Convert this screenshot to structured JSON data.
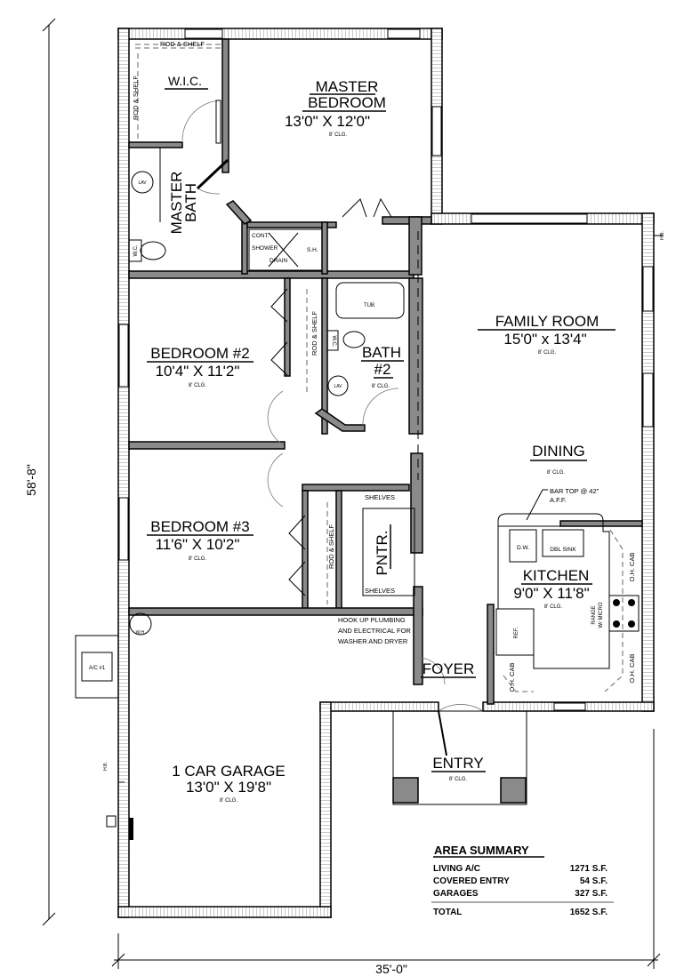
{
  "rooms": {
    "master_bedroom": {
      "name1": "MASTER",
      "name2": "BEDROOM",
      "size": "13'0\" X 12'0\"",
      "ceiling": "8' CLG."
    },
    "wic": {
      "name": "W.I.C.",
      "rod_shelf_top": "ROD & SHELF",
      "rod_shelf_side": "ROD & SHELF"
    },
    "master_bath": {
      "name1": "MASTER",
      "name2": "BATH",
      "lav": "LAV",
      "wc": "W.C.",
      "shower_cont": "CONT.",
      "shower": "SHOWER",
      "drain": "DRAIN",
      "sh": "S.H."
    },
    "bedroom2": {
      "name": "BEDROOM #2",
      "size": "10'4\" X 11'2\"",
      "ceiling": "8' CLG.",
      "rod_shelf": "ROD & SHELF"
    },
    "bath2": {
      "name1": "BATH",
      "name2": "#2",
      "ceiling": "8' CLG.",
      "tub": "TUB",
      "wc": "W.C.",
      "lav": "LAV"
    },
    "bedroom3": {
      "name": "BEDROOM #3",
      "size": "11'6\" X 10'2\"",
      "ceiling": "8' CLG.",
      "rod_shelf": "ROD & SHELF"
    },
    "pantry": {
      "name": "PNTR.",
      "shelves_top": "SHELVES",
      "shelves_bottom": "SHELVES"
    },
    "family_room": {
      "name": "FAMILY ROOM",
      "size": "15'0\" x 13'4\"",
      "ceiling": "8' CLG."
    },
    "dining": {
      "name": "DINING",
      "ceiling": "8' CLG."
    },
    "kitchen": {
      "name": "KITCHEN",
      "size": "9'0\" X 11'8\"",
      "ceiling": "8' CLG.",
      "bar_top1": "BAR TOP @ 42\"",
      "bar_top2": "A.F.F.",
      "dw": "D.W.",
      "dbl_sink": "DBL SINK",
      "range1": "RANGE",
      "range2": "W/ MICRO",
      "ref": "REF.",
      "oh_cab": "O.H. CAB"
    },
    "foyer": {
      "name": "FOYER"
    },
    "entry": {
      "name": "ENTRY",
      "ceiling": "8' CLG."
    },
    "garage": {
      "name": "1 CAR GARAGE",
      "size": "13'0\" X 19'8\"",
      "ceiling": "8' CLG.",
      "wh": "W.H.",
      "hookup1": "HOOK UP PLUMBING",
      "hookup2": "AND ELECTRICAL FOR",
      "hookup3": "WASHER AND DRYER"
    }
  },
  "exterior": {
    "ac": "A/C #1",
    "hose_bib": "H.B."
  },
  "dimensions": {
    "depth": "58'-8\"",
    "width": "35'-0\""
  },
  "area_summary": {
    "title": "AREA SUMMARY",
    "rows": [
      {
        "label": "LIVING A/C",
        "value": "1271 S.F."
      },
      {
        "label": "COVERED ENTRY",
        "value": "54 S.F."
      },
      {
        "label": "GARAGES",
        "value": "327 S.F."
      }
    ],
    "total": {
      "label": "TOTAL",
      "value": "1652 S.F."
    }
  }
}
